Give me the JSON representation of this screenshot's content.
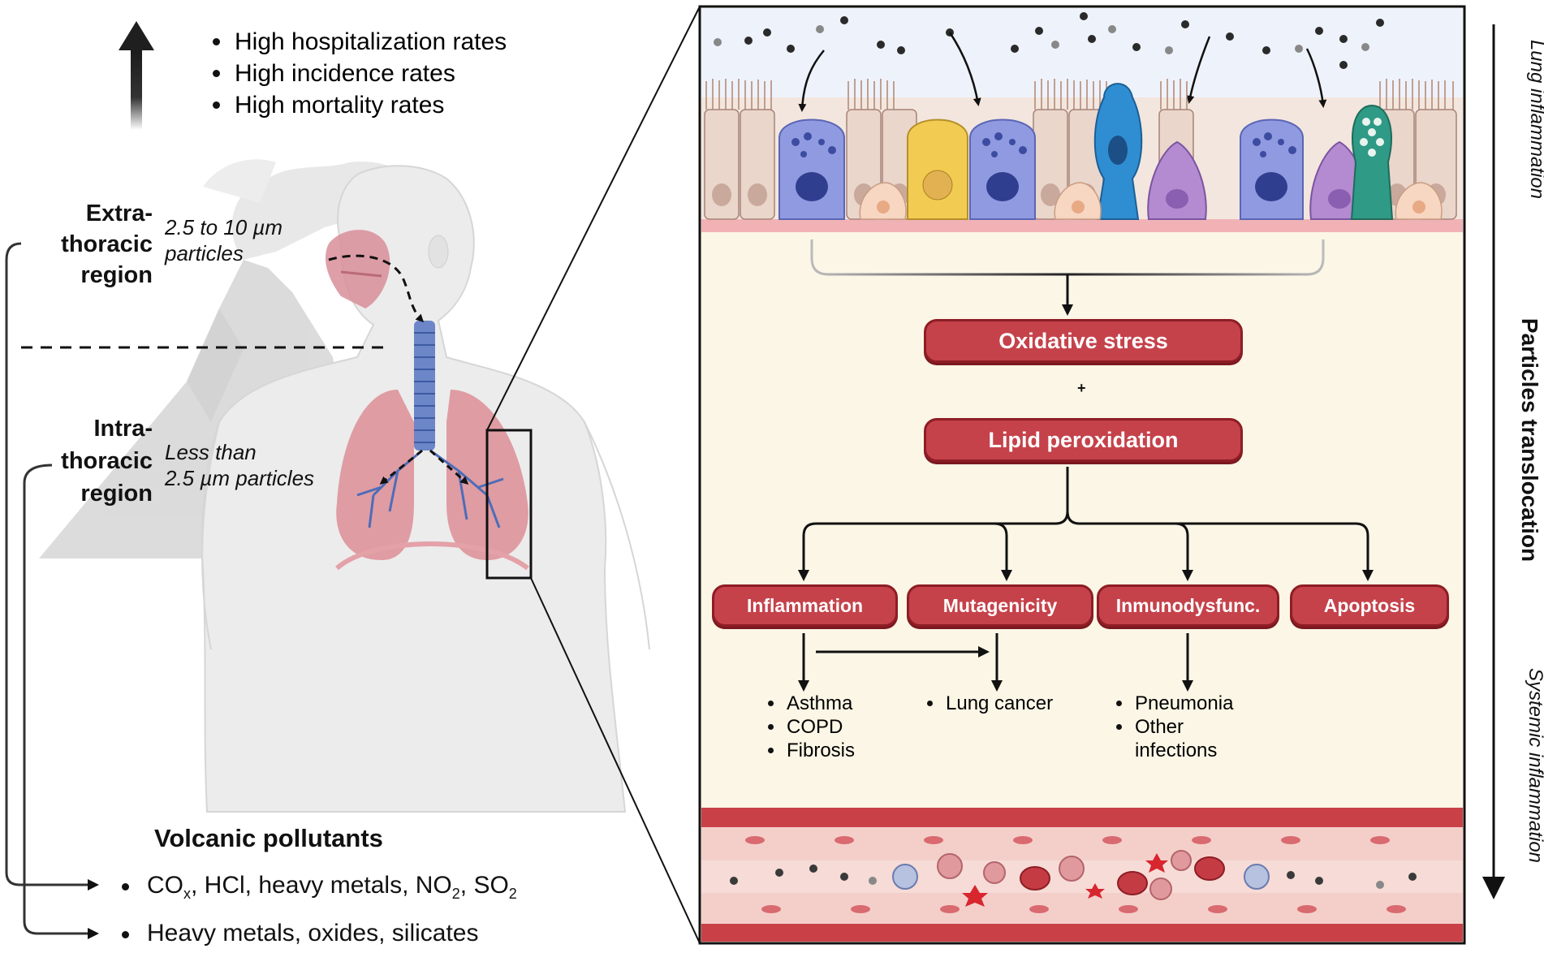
{
  "top_outcomes": [
    "High hospitalization rates",
    "High incidence rates",
    "High mortality rates"
  ],
  "regions": {
    "extrathoracic": {
      "label_line1": "Extra-",
      "label_line2": "thoracic",
      "label_line3": "region",
      "particles_line1": "2.5 to 10 µm",
      "particles_line2": "particles"
    },
    "intrathoracic": {
      "label_line1": "Intra-",
      "label_line2": "thoracic",
      "label_line3": "region",
      "particles_line1": "Less than",
      "particles_line2": "2.5 µm particles"
    }
  },
  "pollutants": {
    "title": "Volcanic pollutants",
    "gases": {
      "co": "CO",
      "co_sub": "x",
      "mid": ", HCl, heavy metals, NO",
      "no_sub": "2",
      "so": ", SO",
      "so_sub": "2"
    },
    "solids": "Heavy metals, oxides, silicates"
  },
  "pathway": {
    "oxidative_stress": "Oxidative stress",
    "plus": "+",
    "lipid_peroxidation": "Lipid peroxidation",
    "effects": [
      "Inflammation",
      "Mutagenicity",
      "Inmunodysfunc.",
      "Apoptosis"
    ],
    "outcomes_inflammation": [
      "Asthma",
      "COPD",
      "Fibrosis"
    ],
    "outcomes_mutagenicity": [
      "Lung cancer"
    ],
    "outcomes_immuno": [
      "Pneumonia",
      "Other",
      "infections"
    ]
  },
  "side_labels": {
    "lung_inflammation": "Lung inflammation",
    "particles_translocation": "Particles translocation",
    "systemic_inflammation": "Systemic inflammation"
  },
  "colors": {
    "pill_fill": "#c5424b",
    "pill_border": "#8e1d24",
    "panel_bg": "#fbf6e6",
    "vessel": "#c94147"
  }
}
